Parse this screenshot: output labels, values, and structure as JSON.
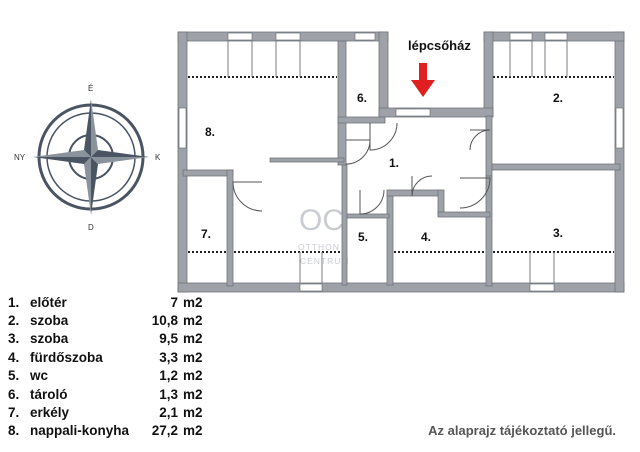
{
  "stair": {
    "label": "lépcsőház"
  },
  "compass": {
    "north": "É",
    "south": "D",
    "west": "NY",
    "east": "K"
  },
  "watermark": {
    "logo": "OC",
    "line1": "OTTHON",
    "line2": "CENTRUM"
  },
  "rooms": [
    {
      "num": "1.",
      "name": "előtér",
      "value": "7",
      "unit": "m2"
    },
    {
      "num": "2.",
      "name": "szoba",
      "value": "10,8",
      "unit": "m2"
    },
    {
      "num": "3.",
      "name": "szoba",
      "value": "9,5",
      "unit": "m2"
    },
    {
      "num": "4.",
      "name": "fürdőszoba",
      "value": "3,3",
      "unit": "m2"
    },
    {
      "num": "5.",
      "name": "wc",
      "value": "1,2",
      "unit": "m2"
    },
    {
      "num": "6.",
      "name": "tároló",
      "value": "1,3",
      "unit": "m2"
    },
    {
      "num": "7.",
      "name": "erkély",
      "value": "2,1",
      "unit": "m2"
    },
    {
      "num": "8.",
      "name": "nappali-konyha",
      "value": "27,2",
      "unit": "m2"
    }
  ],
  "disclaimer": "Az alaprajz tájékoztató jellegű.",
  "colors": {
    "wall": "#9ea2a8",
    "compass": "#4a5462",
    "arrow": "#e02020"
  }
}
